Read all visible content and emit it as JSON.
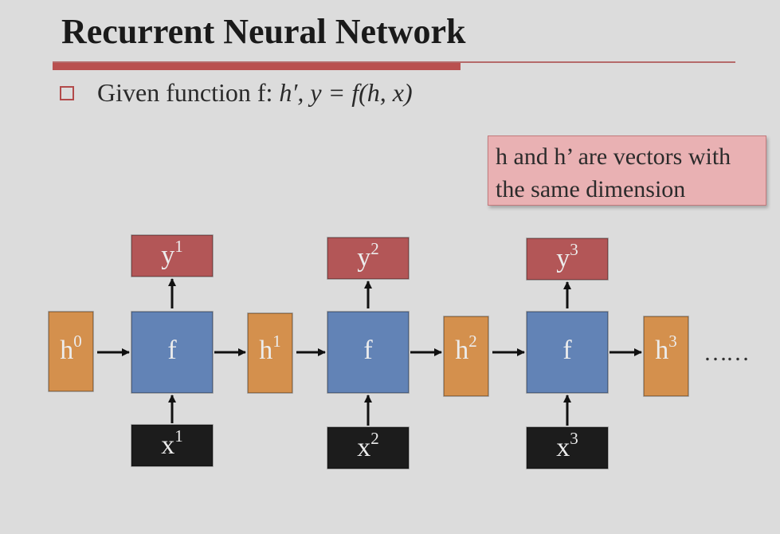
{
  "slide": {
    "title": "Recurrent Neural Network",
    "bullet": {
      "prefix": "Given function f: ",
      "formula": "h′, y = f(h, x)"
    },
    "note": {
      "line1": "h and h’ are vectors with",
      "line2": "the same dimension"
    }
  },
  "diagram": {
    "hidden_states": [
      {
        "base": "h",
        "sup": "0"
      },
      {
        "base": "h",
        "sup": "1"
      },
      {
        "base": "h",
        "sup": "2"
      },
      {
        "base": "h",
        "sup": "3"
      }
    ],
    "functions": [
      {
        "label": "f"
      },
      {
        "label": "f"
      },
      {
        "label": "f"
      }
    ],
    "outputs": [
      {
        "base": "y",
        "sup": "1"
      },
      {
        "base": "y",
        "sup": "2"
      },
      {
        "base": "y",
        "sup": "3"
      }
    ],
    "inputs": [
      {
        "base": "x",
        "sup": "1"
      },
      {
        "base": "x",
        "sup": "2"
      },
      {
        "base": "x",
        "sup": "3"
      }
    ],
    "ellipsis": "……",
    "colors": {
      "hidden": "#d4904d",
      "function": "#6283b6",
      "output": "#b35657",
      "input": "#1c1c1c",
      "arrow": "#111111",
      "label": "#ececec"
    }
  }
}
